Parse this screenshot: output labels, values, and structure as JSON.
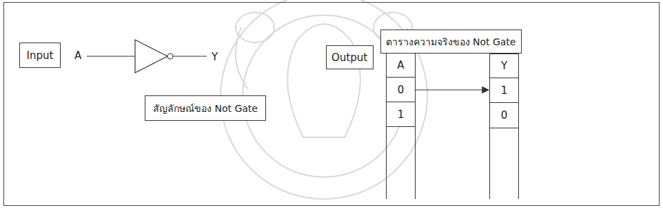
{
  "diagram": {
    "nodes": [
      {
        "text": [
          "Input"
        ]
      },
      {
        "text": [
          "Output"
        ]
      },
      {
        "text": [
          "สัญลักษณ์ของ Not Gate"
        ]
      },
      {
        "text": [
          "ตารางความจริงของ Not Gate"
        ]
      },
      {
        "text": [
          "A"
        ]
      },
      {
        "text": [
          "0"
        ]
      },
      {
        "text": [
          "1"
        ]
      },
      {
        "text": [
          "Y"
        ]
      },
      {
        "text": [
          "1"
        ]
      },
      {
        "text": [
          "0"
        ]
      }
    ],
    "edges": [
      {
        "from": 5,
        "to": 8,
        "arrow": "to"
      }
    ],
    "labels": [
      "A",
      "Y"
    ]
  }
}
